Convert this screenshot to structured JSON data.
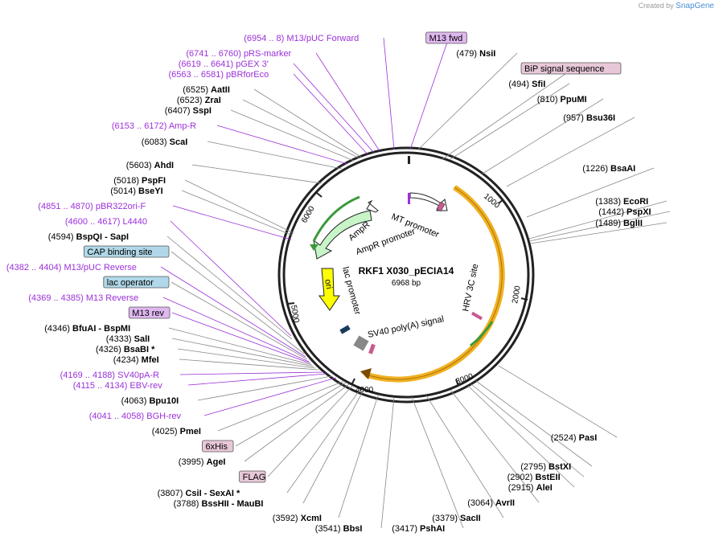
{
  "brand": {
    "created_by": "Created by",
    "name": "SnapGene"
  },
  "map": {
    "name": "RKF1 X030_pECIA14",
    "size_label": "6968 bp",
    "ticks": [
      "1000",
      "2000",
      "3000",
      "4000",
      "5000",
      "6000"
    ]
  },
  "features": [
    {
      "id": "mt-promoter",
      "label": "MT promoter",
      "color": "#ffffff"
    },
    {
      "id": "hrv-3c-site",
      "label": "HRV 3C site",
      "color": "#c85a8f"
    },
    {
      "id": "sv40-polya",
      "label": "SV40 poly(A) signal",
      "color": "#888888"
    },
    {
      "id": "lac-promoter",
      "label": "lac promoter",
      "color": "#ffffff"
    },
    {
      "id": "ori",
      "label": "ori",
      "color": "#ffff00"
    },
    {
      "id": "ampr-promoter",
      "label": "AmpR promoter",
      "color": "#ffffff"
    },
    {
      "id": "ampr",
      "label": "AmpR",
      "color": "#c8f5c8"
    },
    {
      "id": "insert-orf",
      "label": "",
      "color": "#f0b020"
    }
  ],
  "site_labels": [
    {
      "pos": "(6954 .. 8)",
      "name": "M13/pUC Forward",
      "type": "primer"
    },
    {
      "pos": "(6741 .. 6760)",
      "name": "pRS-marker",
      "type": "primer"
    },
    {
      "pos": "(6619 .. 6641)",
      "name": "pGEX 3'",
      "type": "primer"
    },
    {
      "pos": "(6563 .. 6581)",
      "name": "pBRforEco",
      "type": "primer"
    },
    {
      "pos": "(6525)",
      "name": "AatII",
      "type": "enzyme"
    },
    {
      "pos": "(6523)",
      "name": "ZraI",
      "type": "enzyme"
    },
    {
      "pos": "(6407)",
      "name": "SspI",
      "type": "enzyme"
    },
    {
      "pos": "(6153 .. 6172)",
      "name": "Amp-R",
      "type": "primer"
    },
    {
      "pos": "(6083)",
      "name": "ScaI",
      "type": "enzyme"
    },
    {
      "pos": "(5603)",
      "name": "AhdI",
      "type": "enzyme"
    },
    {
      "pos": "(5018)",
      "name": "PspFI",
      "type": "enzyme"
    },
    {
      "pos": "(5014)",
      "name": "BseYI",
      "type": "enzyme"
    },
    {
      "pos": "(4851 .. 4870)",
      "name": "pBR322ori-F",
      "type": "primer"
    },
    {
      "pos": "(4600 .. 4617)",
      "name": "L4440",
      "type": "primer"
    },
    {
      "pos": "(4594)",
      "name": "BspQI",
      "extra": "-  SapI",
      "type": "enzyme"
    },
    {
      "pos": "",
      "name": "CAP binding site",
      "type": "box-blue"
    },
    {
      "pos": "(4382 .. 4404)",
      "name": "M13/pUC Reverse",
      "type": "primer"
    },
    {
      "pos": "",
      "name": "lac operator",
      "type": "box-blue"
    },
    {
      "pos": "(4369 .. 4385)",
      "name": "M13 Reverse",
      "type": "primer"
    },
    {
      "pos": "",
      "name": "M13 rev",
      "type": "box-purple"
    },
    {
      "pos": "(4346)",
      "name": "BfuAI",
      "extra": "-  BspMI",
      "type": "enzyme"
    },
    {
      "pos": "(4333)",
      "name": "SalI",
      "type": "enzyme"
    },
    {
      "pos": "(4326)",
      "name": "BsaBI *",
      "type": "enzyme"
    },
    {
      "pos": "(4234)",
      "name": "MfeI",
      "type": "enzyme"
    },
    {
      "pos": "(4169 .. 4188)",
      "name": "SV40pA-R",
      "type": "primer"
    },
    {
      "pos": "(4115 .. 4134)",
      "name": "EBV-rev",
      "type": "primer"
    },
    {
      "pos": "(4063)",
      "name": "Bpu10I",
      "type": "enzyme"
    },
    {
      "pos": "(4041 .. 4058)",
      "name": "BGH-rev",
      "type": "primer"
    },
    {
      "pos": "(4025)",
      "name": "PmeI",
      "type": "enzyme"
    },
    {
      "pos": "",
      "name": "6xHis",
      "type": "box-pink"
    },
    {
      "pos": "(3995)",
      "name": "AgeI",
      "type": "enzyme"
    },
    {
      "pos": "",
      "name": "FLAG",
      "type": "box-pink"
    },
    {
      "pos": "(3807)",
      "name": "CsiI",
      "extra": "-  SexAI *",
      "type": "enzyme"
    },
    {
      "pos": "(3788)",
      "name": "BssHII",
      "extra": "-  MauBI",
      "type": "enzyme"
    },
    {
      "pos": "(3592)",
      "name": "XcmI",
      "type": "enzyme"
    },
    {
      "pos": "(3541)",
      "name": "BbsI",
      "type": "enzyme"
    },
    {
      "pos": "(3417)",
      "name": "PshAI",
      "type": "enzyme"
    },
    {
      "pos": "(3379)",
      "name": "SacII",
      "type": "enzyme"
    },
    {
      "pos": "(3064)",
      "name": "AvrII",
      "type": "enzyme"
    },
    {
      "pos": "(2915)",
      "name": "AleI",
      "type": "enzyme"
    },
    {
      "pos": "(2902)",
      "name": "BstEII",
      "type": "enzyme"
    },
    {
      "pos": "(2795)",
      "name": "BstXI",
      "type": "enzyme"
    },
    {
      "pos": "(2524)",
      "name": "PasI",
      "type": "enzyme"
    },
    {
      "pos": "",
      "name": "M13 fwd",
      "type": "box-purple"
    },
    {
      "pos": "(479)",
      "name": "NsiI",
      "type": "enzyme"
    },
    {
      "pos": "",
      "name": "BiP signal sequence",
      "type": "box-pink"
    },
    {
      "pos": "(494)",
      "name": "SfiI",
      "type": "enzyme"
    },
    {
      "pos": "(810)",
      "name": "PpuMI",
      "type": "enzyme"
    },
    {
      "pos": "(957)",
      "name": "Bsu36I",
      "type": "enzyme"
    },
    {
      "pos": "(1226)",
      "name": "BsaAI",
      "type": "enzyme"
    },
    {
      "pos": "(1383)",
      "name": "EcoRI",
      "type": "enzyme"
    },
    {
      "pos": "(1442)",
      "name": "PspXI",
      "type": "enzyme"
    },
    {
      "pos": "(1489)",
      "name": "BglII",
      "type": "enzyme"
    }
  ],
  "colors": {
    "primer": "#9b30d9",
    "enzyme_line": "#888888",
    "box_pink": "#e8c8d8",
    "box_blue": "#b0d8e8",
    "box_purple": "#e0b8f0"
  }
}
